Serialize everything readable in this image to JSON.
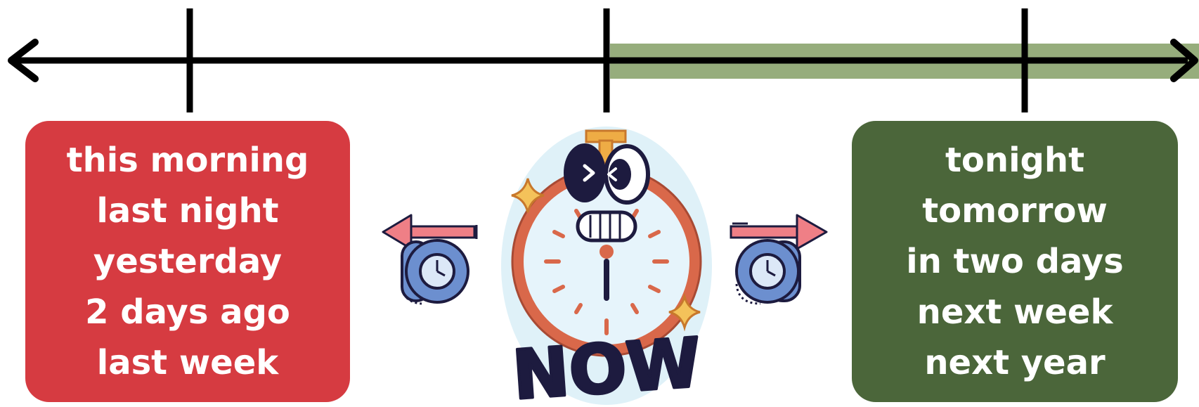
{
  "colors": {
    "past": "#d63b41",
    "future": "#4b663a",
    "future_band": "#96ad7c",
    "line": "#000000",
    "clock_rim": "#d9684a",
    "clock_face": "#e6f4fb",
    "clock_halo": "#dff1f8",
    "navy": "#1d1b3f",
    "star": "#f4c25a",
    "arrow_pink": "#ef7f86",
    "small_clock_blue": "#6c8fcf"
  },
  "past": {
    "lines": [
      "this morning",
      "last night",
      "yesterday",
      "2 days ago",
      "last week"
    ]
  },
  "future": {
    "lines": [
      "tonight",
      "tomorrow",
      "in two days",
      "next week",
      "next year"
    ]
  },
  "center": {
    "label": "NOW"
  },
  "icons": {
    "left_arrow": "arrow-left-icon",
    "right_arrow": "arrow-right-icon",
    "stopwatch": "stopwatch-mascot-icon",
    "small_clock": "clock-icon"
  }
}
